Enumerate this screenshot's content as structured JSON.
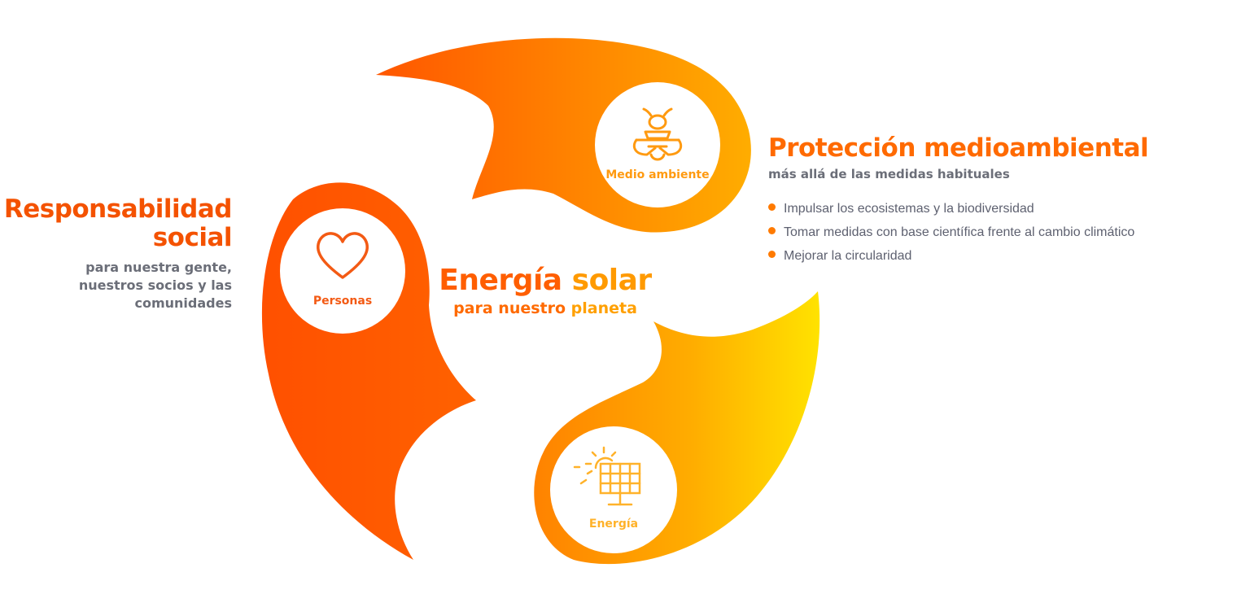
{
  "center": {
    "title_part1": "Energía",
    "title_part2": "solar",
    "subtitle_part1": "para nuestro",
    "subtitle_part2": "planeta"
  },
  "social": {
    "title_line1": "Responsabilidad",
    "title_line2": "social",
    "subtitle_line1": "para nuestra gente,",
    "subtitle_line2": "nuestros socios y las",
    "subtitle_line3": "comunidades"
  },
  "environment": {
    "title": "Protección medioambiental",
    "subtitle": "más allá de las medidas habituales",
    "bullets": [
      "Impulsar los ecosistemas y la biodiversidad",
      "Tomar medidas con base científica frente al cambio climático",
      "Mejorar la circularidad"
    ]
  },
  "nodes": {
    "people": {
      "label": "Personas",
      "icon": "heart-icon"
    },
    "environment": {
      "label": "Medio ambiente",
      "icon": "bee-icon"
    },
    "energy": {
      "label": "Energía",
      "icon": "solar-panel-icon"
    }
  },
  "colors": {
    "red_orange": "#ff5000",
    "orange": "#ff8000",
    "amber": "#ffb000",
    "yellow": "#ffe600",
    "text_grey": "#6b6e78"
  }
}
